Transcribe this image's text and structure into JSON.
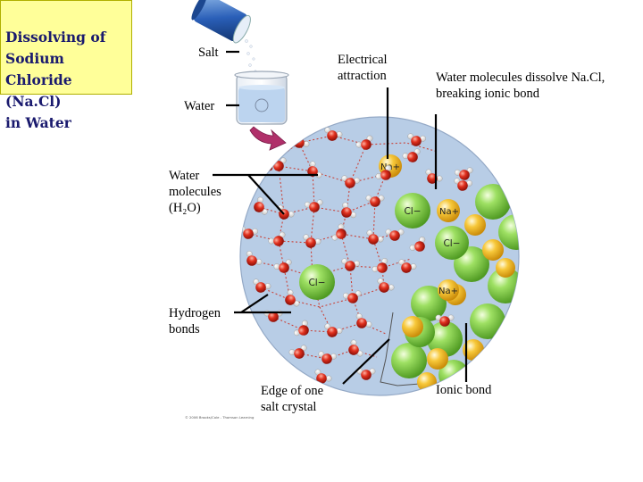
{
  "title": "Dissolving of\nSodium\nChloride (Na.Cl)\nin Water",
  "labels": {
    "salt": "Salt",
    "electrical_attraction": "Electrical\nattraction",
    "water_dissolve": "Water molecules dissolve Na.Cl,\nbreaking ionic bond",
    "water": "Water",
    "water_molecules": "Water\nmolecules\n(H₂O)",
    "hydrogen_bonds": "Hydrogen\nbonds",
    "edge_crystal": "Edge of one\nsalt crystal",
    "ionic_bond": "Ionic bond"
  },
  "ions": {
    "sodium": "Na+",
    "chloride": "Cl−"
  },
  "credit": "© 2006 Brooks/Cole - Thomson Learning",
  "colors": {
    "title_bg": "#ffff99",
    "title_text": "#1a1a6e",
    "solution_bg": "#b8cde6",
    "chloride": "#8fd65a",
    "sodium": "#f5c030",
    "oxygen": "#d8281c",
    "hydrogen": "#f2f2f2",
    "arrow": "#b0306a"
  }
}
